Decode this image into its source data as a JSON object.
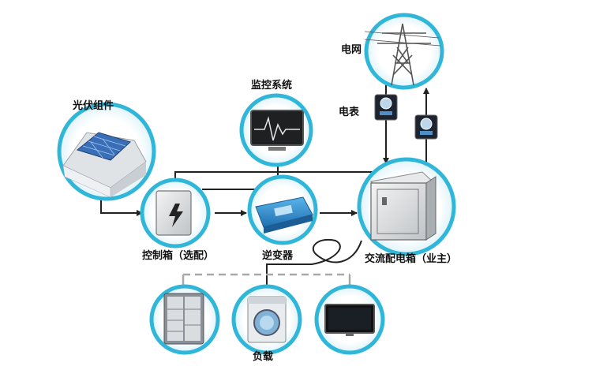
{
  "labels": {
    "pv": "光伏组件",
    "monitor": "监控系统",
    "grid": "电网",
    "meter": "电表",
    "controller": "控制箱（选配）",
    "inverter": "逆变器",
    "ac_box": "交流配电箱（业主）",
    "load": "负载"
  },
  "colors": {
    "ring": "#2fb6d8",
    "ring_inner": "#e8f6fb",
    "line": "#222222",
    "dashed": "#a8a8a8",
    "inverter_blue": "#2e8fd0",
    "panel_blue": "#3a6fb8"
  },
  "icons": [
    "house-solar-icon",
    "monitor-icon",
    "power-tower-icon",
    "meter-icon",
    "controller-box-icon",
    "inverter-icon",
    "distribution-box-icon",
    "fridge-icon",
    "washing-machine-icon",
    "tv-icon"
  ]
}
